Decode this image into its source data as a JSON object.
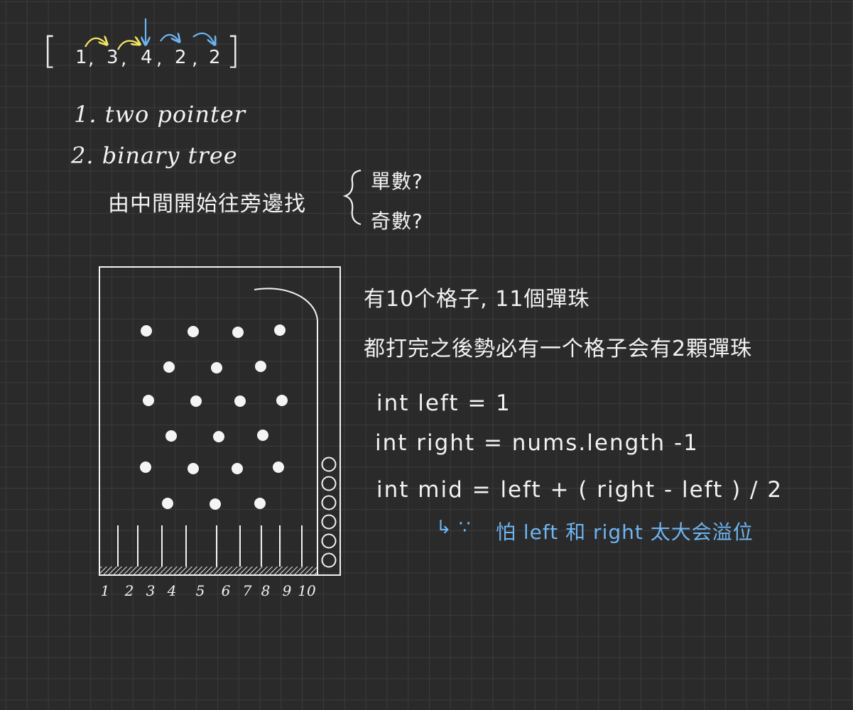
{
  "array": {
    "open_bracket": "[",
    "close_bracket": "]",
    "values": [
      "1",
      "3",
      "4",
      "2",
      "2"
    ],
    "separator": ","
  },
  "methods": {
    "item1": "1. two pointer",
    "item2": "2. binary tree",
    "item2_detail": "由中間開始往旁邊找",
    "brace_options": [
      "單數?",
      "奇數?"
    ]
  },
  "diagram": {
    "slot_count": 10,
    "ball_count": 11,
    "balls_waiting": 6,
    "slot_labels": [
      "1",
      "2",
      "3",
      "4",
      "5",
      "6",
      "7",
      "8",
      "9",
      "10"
    ]
  },
  "notes": {
    "line1": "有10个格子, 11個彈珠",
    "line2": "都打完之後勢必有一个格子会有2顆彈珠"
  },
  "code": {
    "line1": "int  left = 1",
    "line2": "int  right = nums.length -1",
    "line3": "int  mid  =  left + ( right - left ) / 2",
    "comment": "怕 left 和 right 太大会溢位",
    "comment_prefix": "↳ ∵"
  },
  "colors": {
    "background": "#2a2a2a",
    "grid": "#3b3b3b",
    "ink": "#f2f2f2",
    "highlight_yellow": "#f5e663",
    "highlight_blue": "#6eb5f3"
  }
}
